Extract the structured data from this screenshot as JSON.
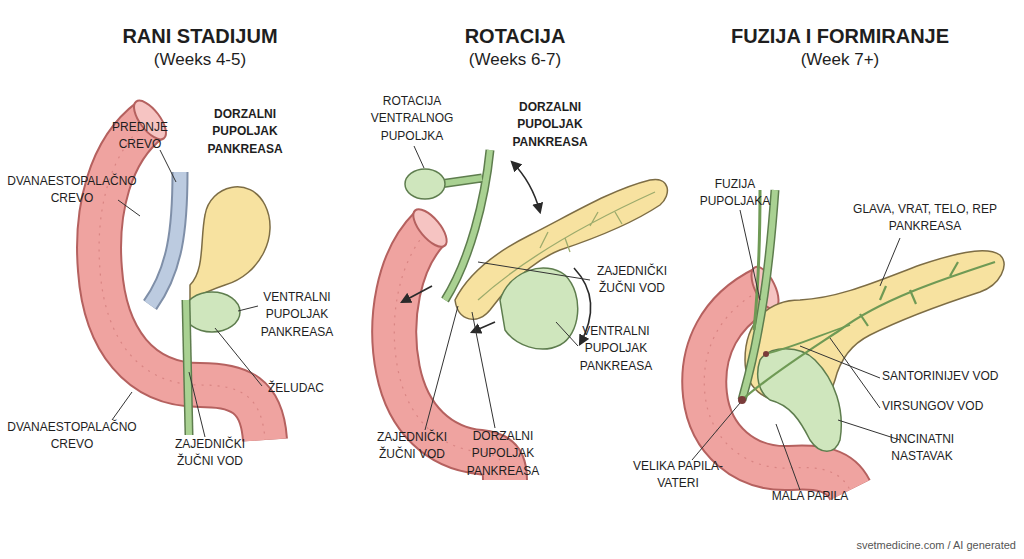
{
  "diagram": {
    "labels": [
      "RANI STADIJUM",
      "(Weeks 4-5)",
      "PREDNJE CREVO",
      "DORZALNI PUPOLJAK PANKREASA",
      "DVANAESTOPALAČNO CREVO",
      "VENTRALNI PUPOLJAK PANKREASA",
      "ŽELUDAC",
      "DVANAESTOPALAČNO CREVO",
      "ZAJEDNIČKI ŽUČNI VOD",
      "ROTACIJA",
      "(Weeks 6-7)",
      "ROTACIJA VENTRALNOG PUPOLJKA",
      "DORZALNI PUPOLJAK PANKREASA",
      "ZAJEDNIČKI ŽUČNI VOD",
      "VENTRALNI PUPOLJAK PANKREASA",
      "ZAJEDNIČKI ŽUČNI VOD",
      "DORZALNI PUPOLJAK PANKREASA",
      "FUZIJA I FORMIRANJE",
      "(Week 7+)",
      "FUZIJA PUPOLJAKA",
      "GLAVA, VRAT, TELO, REP PANKREASA",
      "SANTORINIJEV VOD",
      "VIRSUNGOV VOD",
      "UNCINATNI NASTAVAK",
      "VELIKA PAPILA-VATERI",
      "MALA PAPILA",
      "svetmedicine.com / AI generated"
    ]
  }
}
